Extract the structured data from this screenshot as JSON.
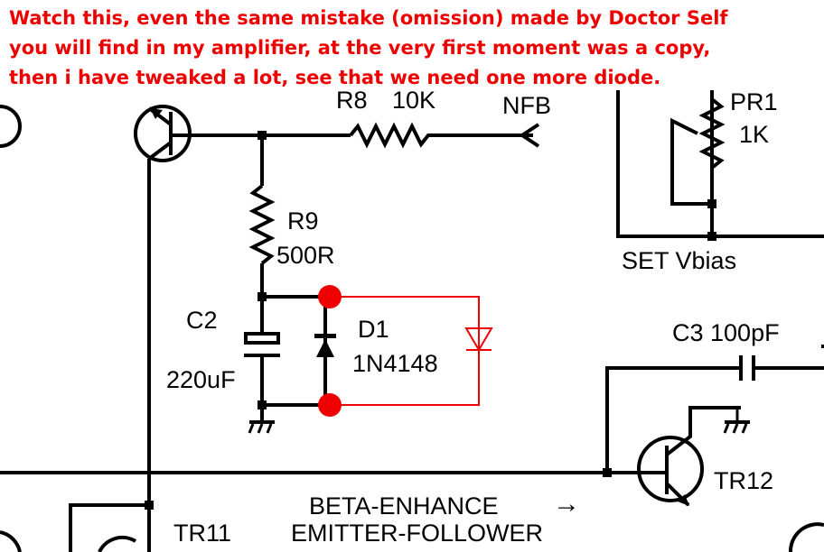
{
  "annotation": {
    "lines": [
      "Watch this, even the same mistake (omission) made by Doctor Self",
      "you will find in my amplifier, at the very first moment was a copy,",
      "then i have tweaked a lot, see that we need one more diode."
    ],
    "color": "#ee0000"
  },
  "components": {
    "r8": {
      "name": "R8",
      "value": "10K"
    },
    "nfb": "NFB",
    "pr1": {
      "name": "PR1",
      "value": "1K"
    },
    "r9": {
      "name": "R9",
      "value": "500R"
    },
    "c2": {
      "name": "C2",
      "value": "220uF"
    },
    "d1": {
      "name": "D1",
      "value": "1N4148"
    },
    "set_vbias": "SET Vbias",
    "c3": "C3 100pF",
    "tr12": "TR12",
    "tr11": "TR11",
    "beta": {
      "line1": "BETA-ENHANCE",
      "line2": "EMITTER-FOLLOWER",
      "arrow": "→"
    }
  },
  "colors": {
    "wire": "#000000",
    "annotation": "#ee0000"
  }
}
